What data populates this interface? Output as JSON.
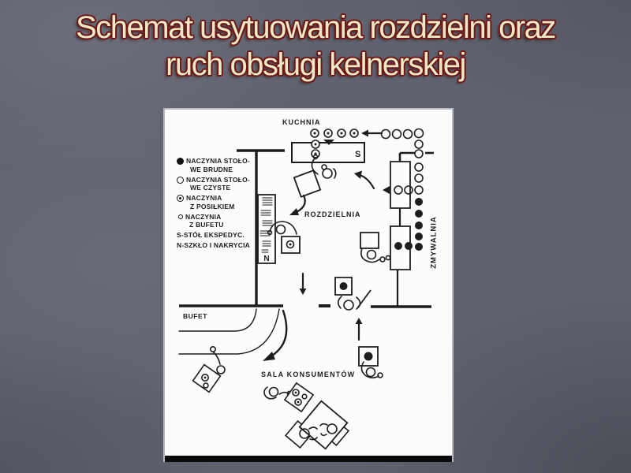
{
  "slide": {
    "title": {
      "line1": "Schemat usytuowania rozdzielni oraz",
      "line2": "ruch obsługi kelnerskiej"
    },
    "colors": {
      "background": "#60636f",
      "title_fill": "#ece9c6",
      "title_outline": "#6e1616",
      "ink": "#1d1d1d",
      "paper": "#fcfcfb"
    }
  },
  "diagram": {
    "labels": {
      "kuchnia": "KUCHNIA",
      "rozdzielnia": "ROZDZIELNIA",
      "zmywalnia": "ZMYWALNIA",
      "bufet": "BUFET",
      "sala_konsumentow": "SALA KONSUMENTÓW",
      "expedition_table": "S",
      "glass_table": "N"
    },
    "legend": {
      "items": [
        {
          "symbol": "filled-circle-icon",
          "line1": "NACZYNIA STOŁO-",
          "line2": "WE BRUDNE"
        },
        {
          "symbol": "open-circle-icon",
          "line1": "NACZYNIA STOŁO-",
          "line2": "WE CZYSTE"
        },
        {
          "symbol": "circled-dot-icon",
          "line1": "NACZYNIA",
          "line2": "Z POSIŁKIEM"
        },
        {
          "symbol": "small-circle-icon",
          "line1": "NACZYNIA",
          "line2": "Z BUFETU"
        },
        {
          "symbol": "none",
          "line1": "S-STÓŁ EKSPEDYC.",
          "line2": ""
        },
        {
          "symbol": "none",
          "line1": "N-SZKŁO I NAKRYCIA",
          "line2": ""
        }
      ]
    }
  }
}
